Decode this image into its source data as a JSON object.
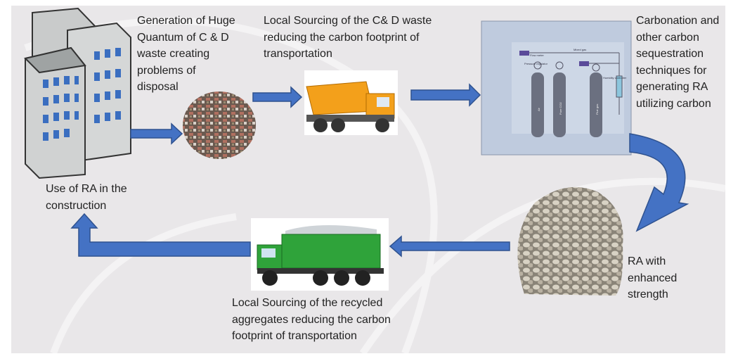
{
  "labels": {
    "generation": "Generation of Huge Quantum of C & D waste creating problems of disposal",
    "local_sourcing_waste": "Local Sourcing of the C& D waste reducing the carbon footprint of transportation",
    "carbonation": "Carbonation and other carbon sequestration techniques for generating RA utilizing carbon",
    "use_of_ra": "Use of RA in the construction",
    "ra_enhanced": "RA with enhanced strength",
    "local_sourcing_aggregates": "Local Sourcing of the recycled aggregates reducing the carbon footprint of transportation"
  },
  "apparatus": {
    "flow_meter": "Flow meter",
    "pressure_regulator": "Pressure regulator",
    "mixed_gas": "Mixed gas",
    "humidity_controller": "Humidity controller",
    "cylinders": [
      "Air",
      "Pure CO2",
      "Flue gas"
    ]
  },
  "colors": {
    "arrow": "#4472c4",
    "arrow_edge": "#2f528f",
    "background": "#e9e7e9"
  }
}
